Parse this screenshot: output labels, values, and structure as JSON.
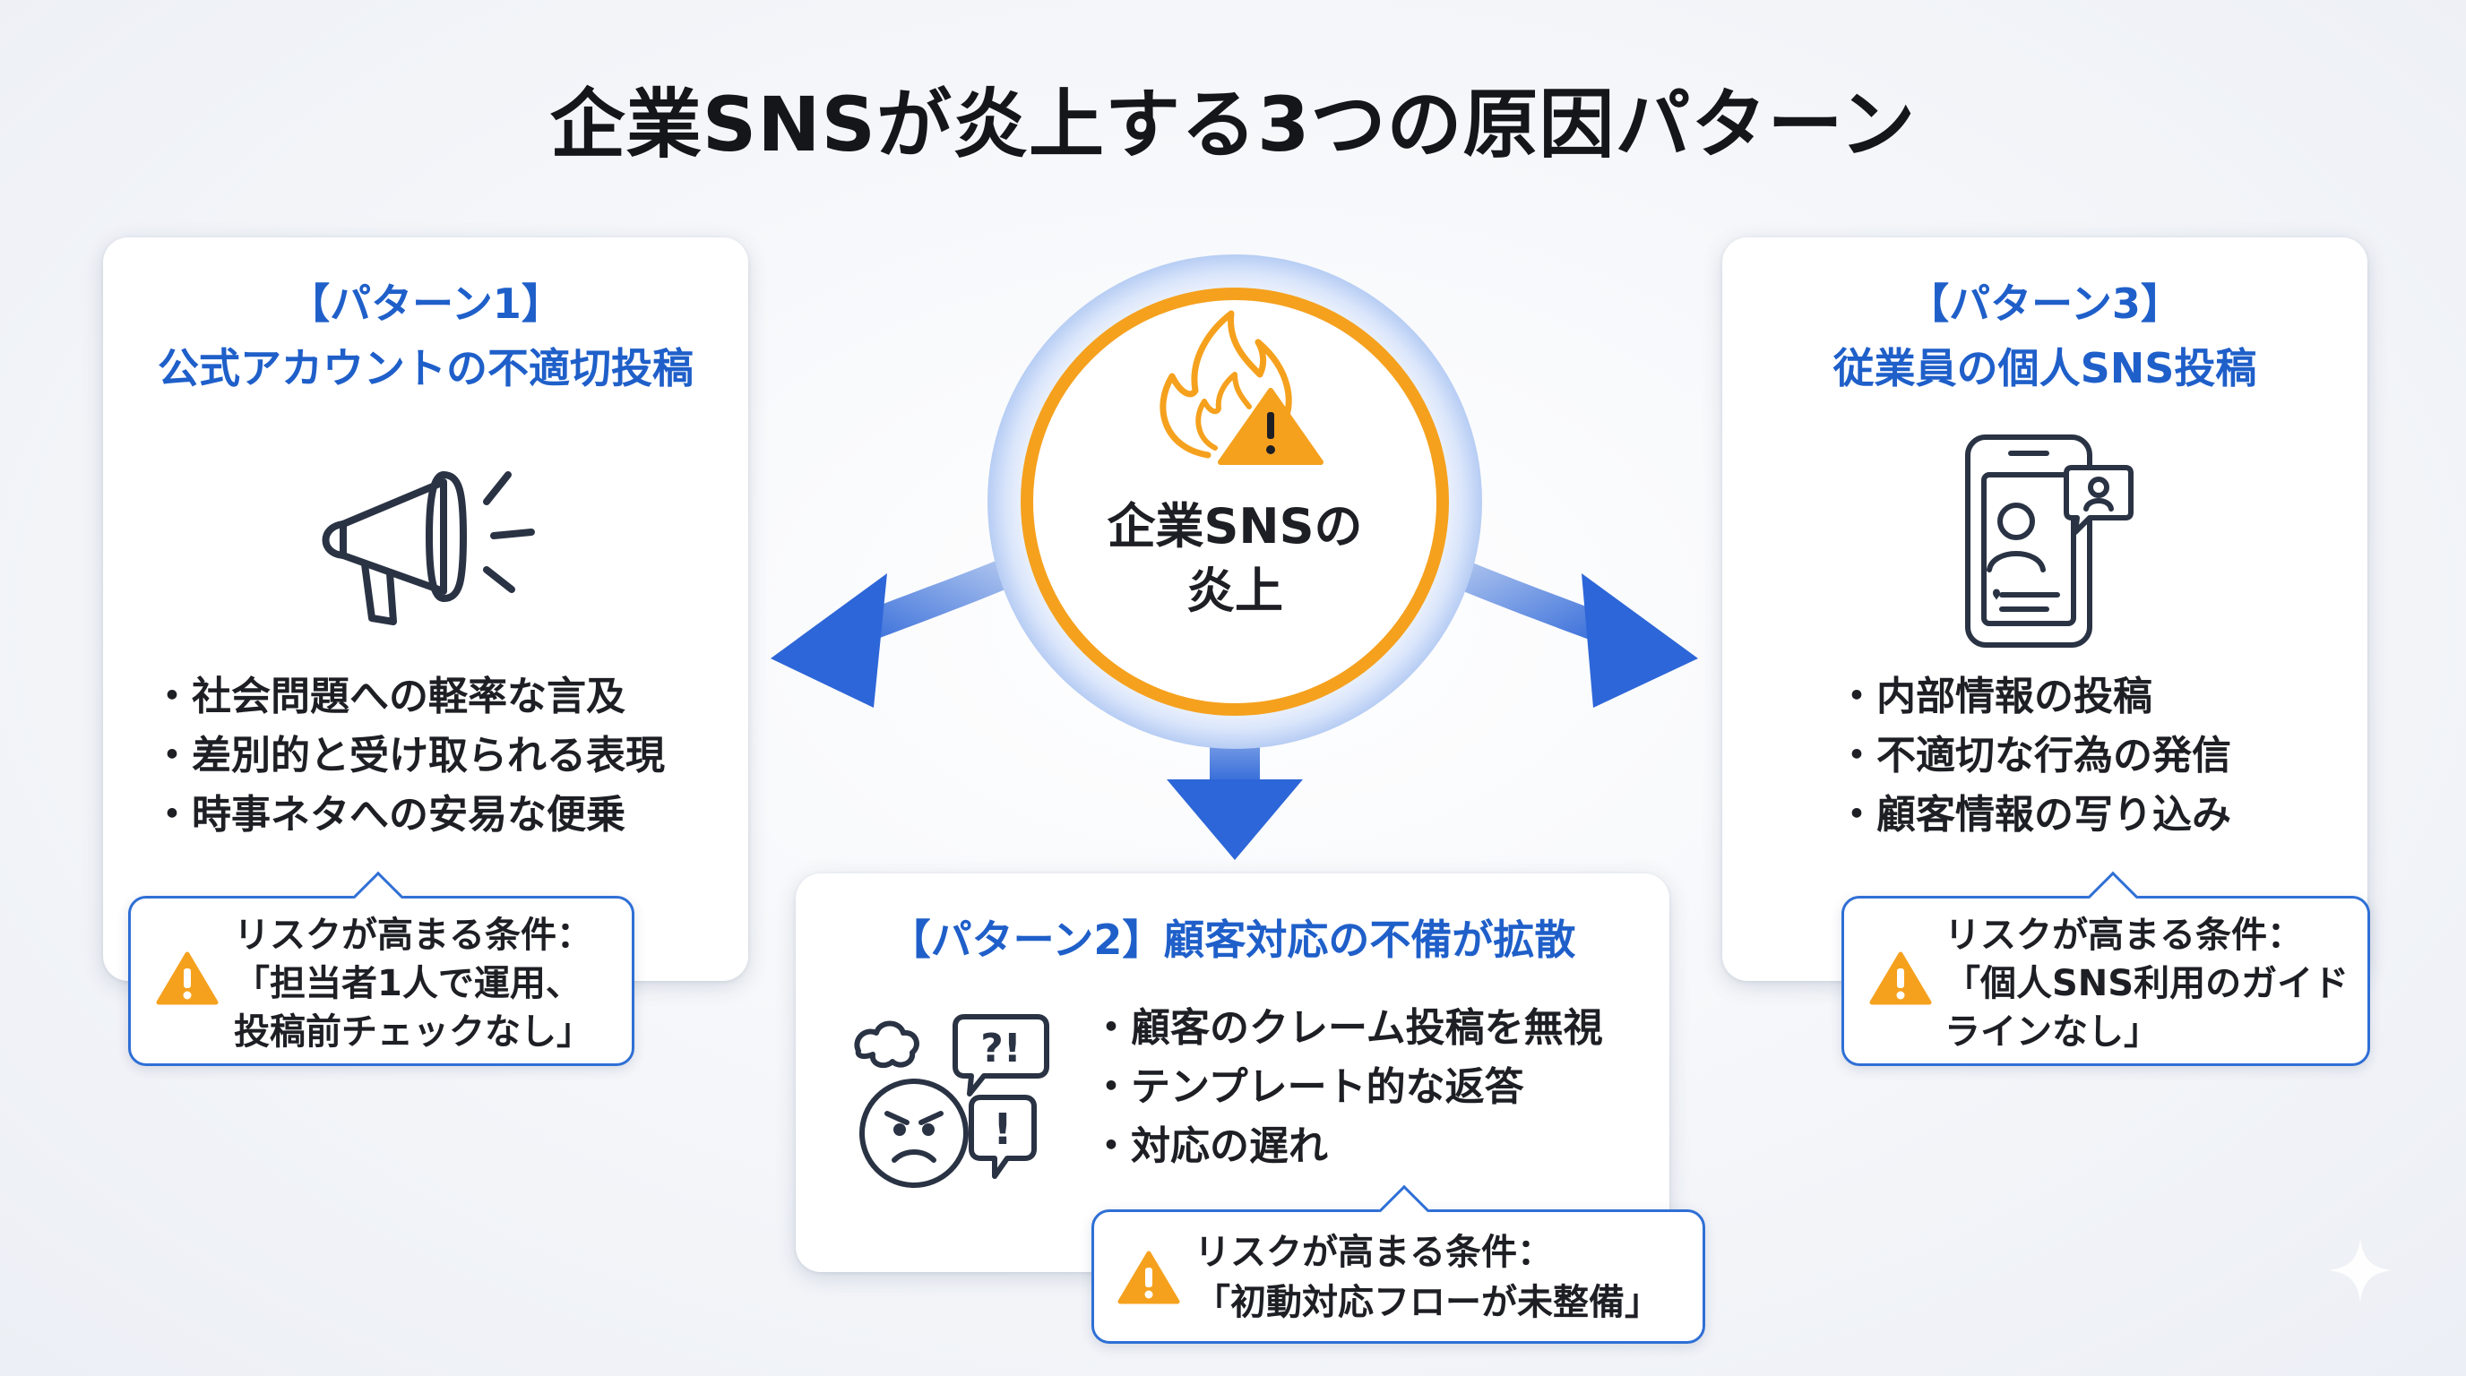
{
  "title": "企業SNSが炎上する3つの原因パターン",
  "center": {
    "label_line1": "企業SNSの",
    "label_line2": "炎上",
    "icon": "fire-warning-icon"
  },
  "pattern1": {
    "title_line1": "【パターン1】",
    "title_line2": "公式アカウントの不適切投稿",
    "icon": "megaphone-icon",
    "bullets": [
      "社会問題への軽率な言及",
      "差別的と受け取られる表現",
      "時事ネタへの安易な便乗"
    ],
    "risk_line1": "リスクが高まる条件：",
    "risk_line2": "「担当者1人で運用、",
    "risk_line3": "投稿前チェックなし」"
  },
  "pattern2": {
    "title": "【パターン2】顧客対応の不備が拡散",
    "icon": "angry-customer-icon",
    "bullets": [
      "顧客のクレーム投稿を無視",
      "テンプレート的な返答",
      "対応の遅れ"
    ],
    "risk_line1": "リスクが高まる条件：",
    "risk_line2": "「初動対応フローが未整備」"
  },
  "pattern3": {
    "title_line1": "【パターン3】",
    "title_line2": "従業員の個人SNS投稿",
    "icon": "smartphone-post-icon",
    "bullets": [
      "内部情報の投稿",
      "不適切な行為の発信",
      "顧客情報の写り込み"
    ],
    "risk_line1": "リスクが高まる条件：",
    "risk_line2": "「個人SNS利用のガイド",
    "risk_line3": "ラインなし」"
  },
  "colors": {
    "accent_blue": "#2f6fd6",
    "title_blue": "#1f5fc9",
    "orange": "#f5a11e",
    "ink": "#2a3344"
  }
}
